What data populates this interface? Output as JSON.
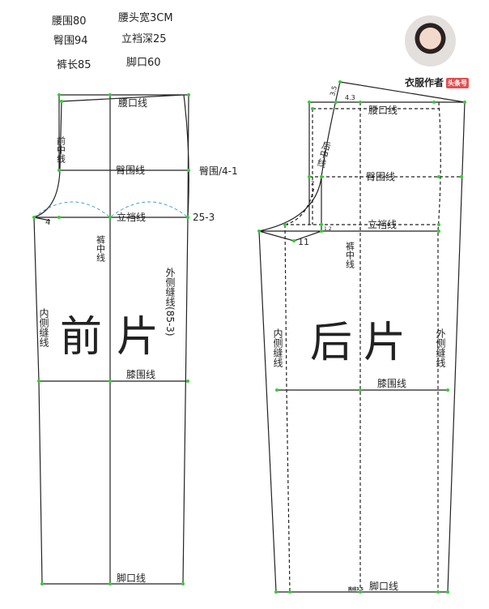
{
  "specs": [
    "腰围80",
    "腰头宽3CM",
    "臀围94",
    "立裆深25",
    "裤长85",
    "脚口60"
  ],
  "author": {
    "name": "衣服作者",
    "badge": "头条号"
  },
  "front": {
    "waist_line": "腰口线",
    "center_front": "前中线",
    "hip_line": "臀围线",
    "hip_formula": "臀围/4-1",
    "crotch_line": "立裆线",
    "crotch_formula": "25-3",
    "crotch_ext": "4",
    "crease_line": "裤中线",
    "outseam": "外侧缝线(85-3)",
    "inseam": "内侧缝线",
    "title": "前片",
    "knee_line": "膝围线",
    "hem_line": "脚口线"
  },
  "back": {
    "rise": "3.5",
    "waist_offset": "4.3",
    "waist_line": "腰口线",
    "center_back": "后中线",
    "hip_line": "臀围线",
    "hip_offset": "2",
    "crotch_line": "立裆线",
    "crotch_offset": "1.2",
    "crotch_ext": "11",
    "crease_line": "裤中线",
    "title": "后片",
    "inseam": "内侧缝线",
    "outseam": "外侧缝线",
    "knee_line": "膝围线",
    "hem_note": "挑线3.5",
    "hem_line": "脚口线"
  },
  "colors": {
    "line": "#222222",
    "point": "#33cc33",
    "curve": "#4aa3c8"
  }
}
